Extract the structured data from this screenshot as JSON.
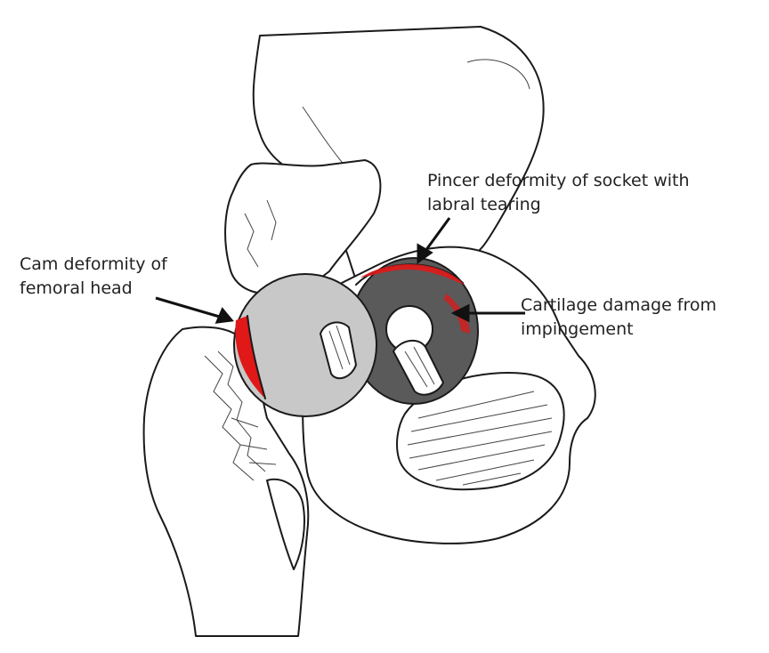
{
  "labels": {
    "cam_line1": "Cam deformity of",
    "cam_line2": "femoral head",
    "pincer_line1": "Pincer deformity of socket with",
    "pincer_line2": "labral tearing",
    "cartilage_line1": "Cartilage damage from",
    "cartilage_line2": "impingement"
  },
  "colors": {
    "background": "#ffffff",
    "outline": "#1a1a1a",
    "femoral_head": "#c8c8c8",
    "socket": "#5a5a5a",
    "damage_red": "#e01818",
    "label_text": "#222222"
  }
}
